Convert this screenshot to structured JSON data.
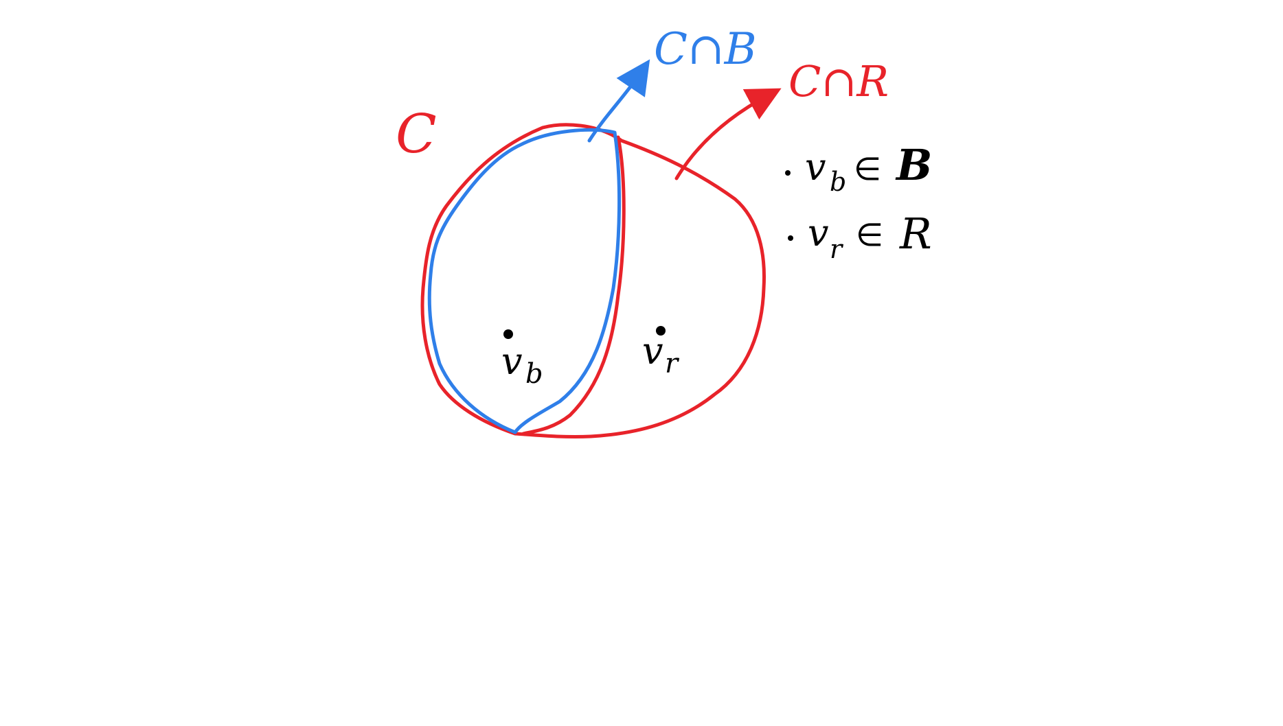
{
  "colors": {
    "red": "#e8232a",
    "blue": "#2f7fe9",
    "ink": "#000000"
  },
  "labels": {
    "set_c": "C",
    "c_cap_b": "C∩B",
    "c_cap_r": "C∩R",
    "vertex_b": "v",
    "vertex_b_sub": "b",
    "vertex_r": "v",
    "vertex_r_sub": "r"
  },
  "facts": [
    {
      "var": "v",
      "sub": "b",
      "rel": "∈",
      "set": "B"
    },
    {
      "var": "v",
      "sub": "r",
      "rel": "∈",
      "set": "R"
    }
  ]
}
